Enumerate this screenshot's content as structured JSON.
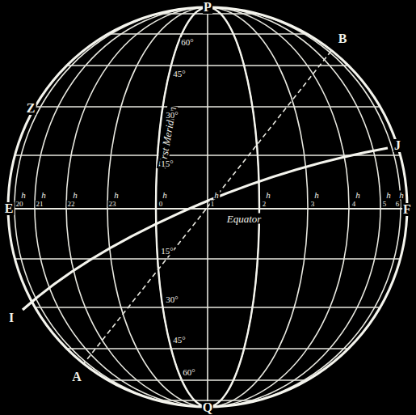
{
  "diagram": {
    "labels": [
      "P",
      "Z",
      "B",
      "J",
      "E",
      "F",
      "I",
      "A",
      "Q",
      "First Meridian",
      "Equator",
      "60°",
      "45°",
      "30°",
      "15°",
      "15°",
      "30°",
      "45°",
      "60°",
      "h",
      "20",
      "h",
      "21",
      "h",
      "22",
      "h",
      "23",
      "h",
      "0",
      "h",
      "1",
      "h",
      "2",
      "h",
      "3",
      "h",
      "4",
      "h",
      "5",
      "h",
      "6"
    ]
  }
}
